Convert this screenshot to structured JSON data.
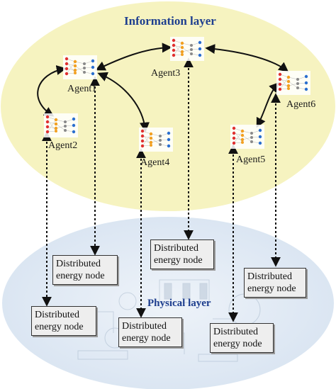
{
  "layers": {
    "information": {
      "title": "Information layer"
    },
    "physical": {
      "title": "Physical layer"
    }
  },
  "agents": [
    {
      "id": "agent1",
      "label": "Agent1"
    },
    {
      "id": "agent2",
      "label": "Agent2"
    },
    {
      "id": "agent3",
      "label": "Agent3"
    },
    {
      "id": "agent4",
      "label": "Agent4"
    },
    {
      "id": "agent5",
      "label": "Agent5"
    },
    {
      "id": "agent6",
      "label": "Agent6"
    }
  ],
  "nodes": [
    {
      "id": "node-agent1",
      "line1": "Distributed",
      "line2": "energy node"
    },
    {
      "id": "node-agent2",
      "line1": "Distributed",
      "line2": "energy node"
    },
    {
      "id": "node-agent3",
      "line1": "Distributed",
      "line2": "energy node"
    },
    {
      "id": "node-agent4",
      "line1": "Distributed",
      "line2": "energy node"
    },
    {
      "id": "node-agent5",
      "line1": "Distributed",
      "line2": "energy node"
    },
    {
      "id": "node-agent6",
      "line1": "Distributed",
      "line2": "energy node"
    }
  ],
  "links": [
    {
      "from": "agent1",
      "to": "agent2"
    },
    {
      "from": "agent1",
      "to": "agent3"
    },
    {
      "from": "agent1",
      "to": "agent4"
    },
    {
      "from": "agent3",
      "to": "agent6"
    },
    {
      "from": "agent5",
      "to": "agent6"
    }
  ],
  "colors": {
    "information_layer": "#f6f3c0",
    "physical_layer": "#dfe9f4",
    "title": "#1f3f8f",
    "arrow": "#111111",
    "node_fill": "#eeeeee"
  }
}
